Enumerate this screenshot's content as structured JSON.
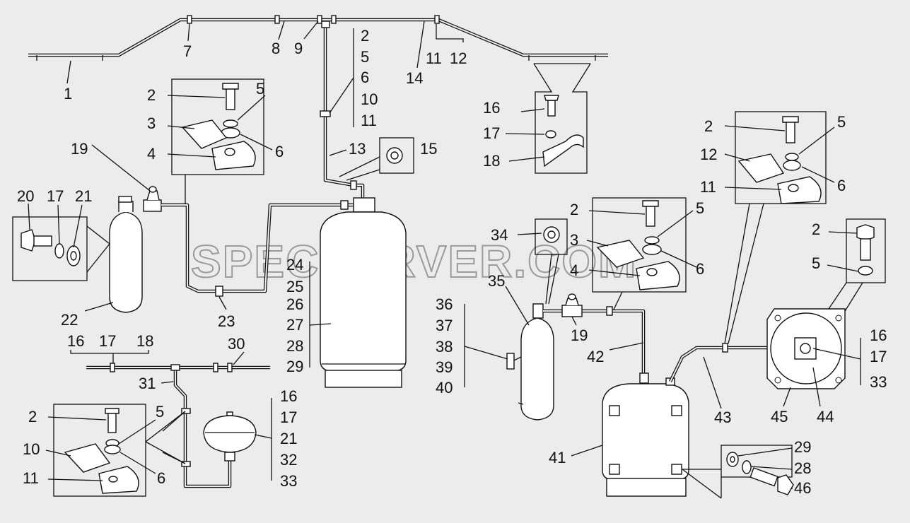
{
  "watermark": "SPECSERVER.COM",
  "callouts": {
    "c1": "1",
    "c7": "7",
    "c8": "8",
    "c9": "9",
    "c14": "14",
    "c11a": "11",
    "c12a": "12",
    "g1_2": "2",
    "g1_5": "5",
    "g1_6": "6",
    "g1_10": "10",
    "g1_11": "11",
    "c13": "13",
    "c15": "15",
    "b1_2": "2",
    "b1_5": "5",
    "b1_3": "3",
    "b1_6": "6",
    "b1_4": "4",
    "c19a": "19",
    "c20": "20",
    "c17a": "17",
    "c21a": "21",
    "c22": "22",
    "c23": "23",
    "b2_16": "16",
    "b2_17": "17",
    "b2_18": "18",
    "r_2": "2",
    "r_5": "5",
    "r_12": "12",
    "r_6": "6",
    "r_11": "11",
    "g2_24": "24",
    "g2_25": "25",
    "g2_26": "26",
    "g2_27": "27",
    "g2_28": "28",
    "g2_29": "29",
    "c34": "34",
    "c35": "35",
    "m_2": "2",
    "m_5": "5",
    "m_3": "3",
    "m_6": "6",
    "m_4": "4",
    "g3_36": "36",
    "g3_37": "37",
    "g3_38": "38",
    "g3_39": "39",
    "g3_40": "40",
    "c19b": "19",
    "c42": "42",
    "s_2": "2",
    "s_5": "5",
    "g4_16": "16",
    "g4_17": "17",
    "g4_33": "33",
    "c45": "45",
    "c44": "44",
    "c43": "43",
    "c41": "41",
    "t_16": "16",
    "t_17": "17",
    "t_18": "18",
    "c30": "30",
    "c31": "31",
    "l_2": "2",
    "l_5": "5",
    "l_10": "10",
    "l_6": "6",
    "l_11": "11",
    "g5_16": "16",
    "g5_17": "17",
    "g5_21": "21",
    "g5_32": "32",
    "g5_33": "33",
    "f_29": "29",
    "f_28": "28",
    "f_46": "46"
  }
}
